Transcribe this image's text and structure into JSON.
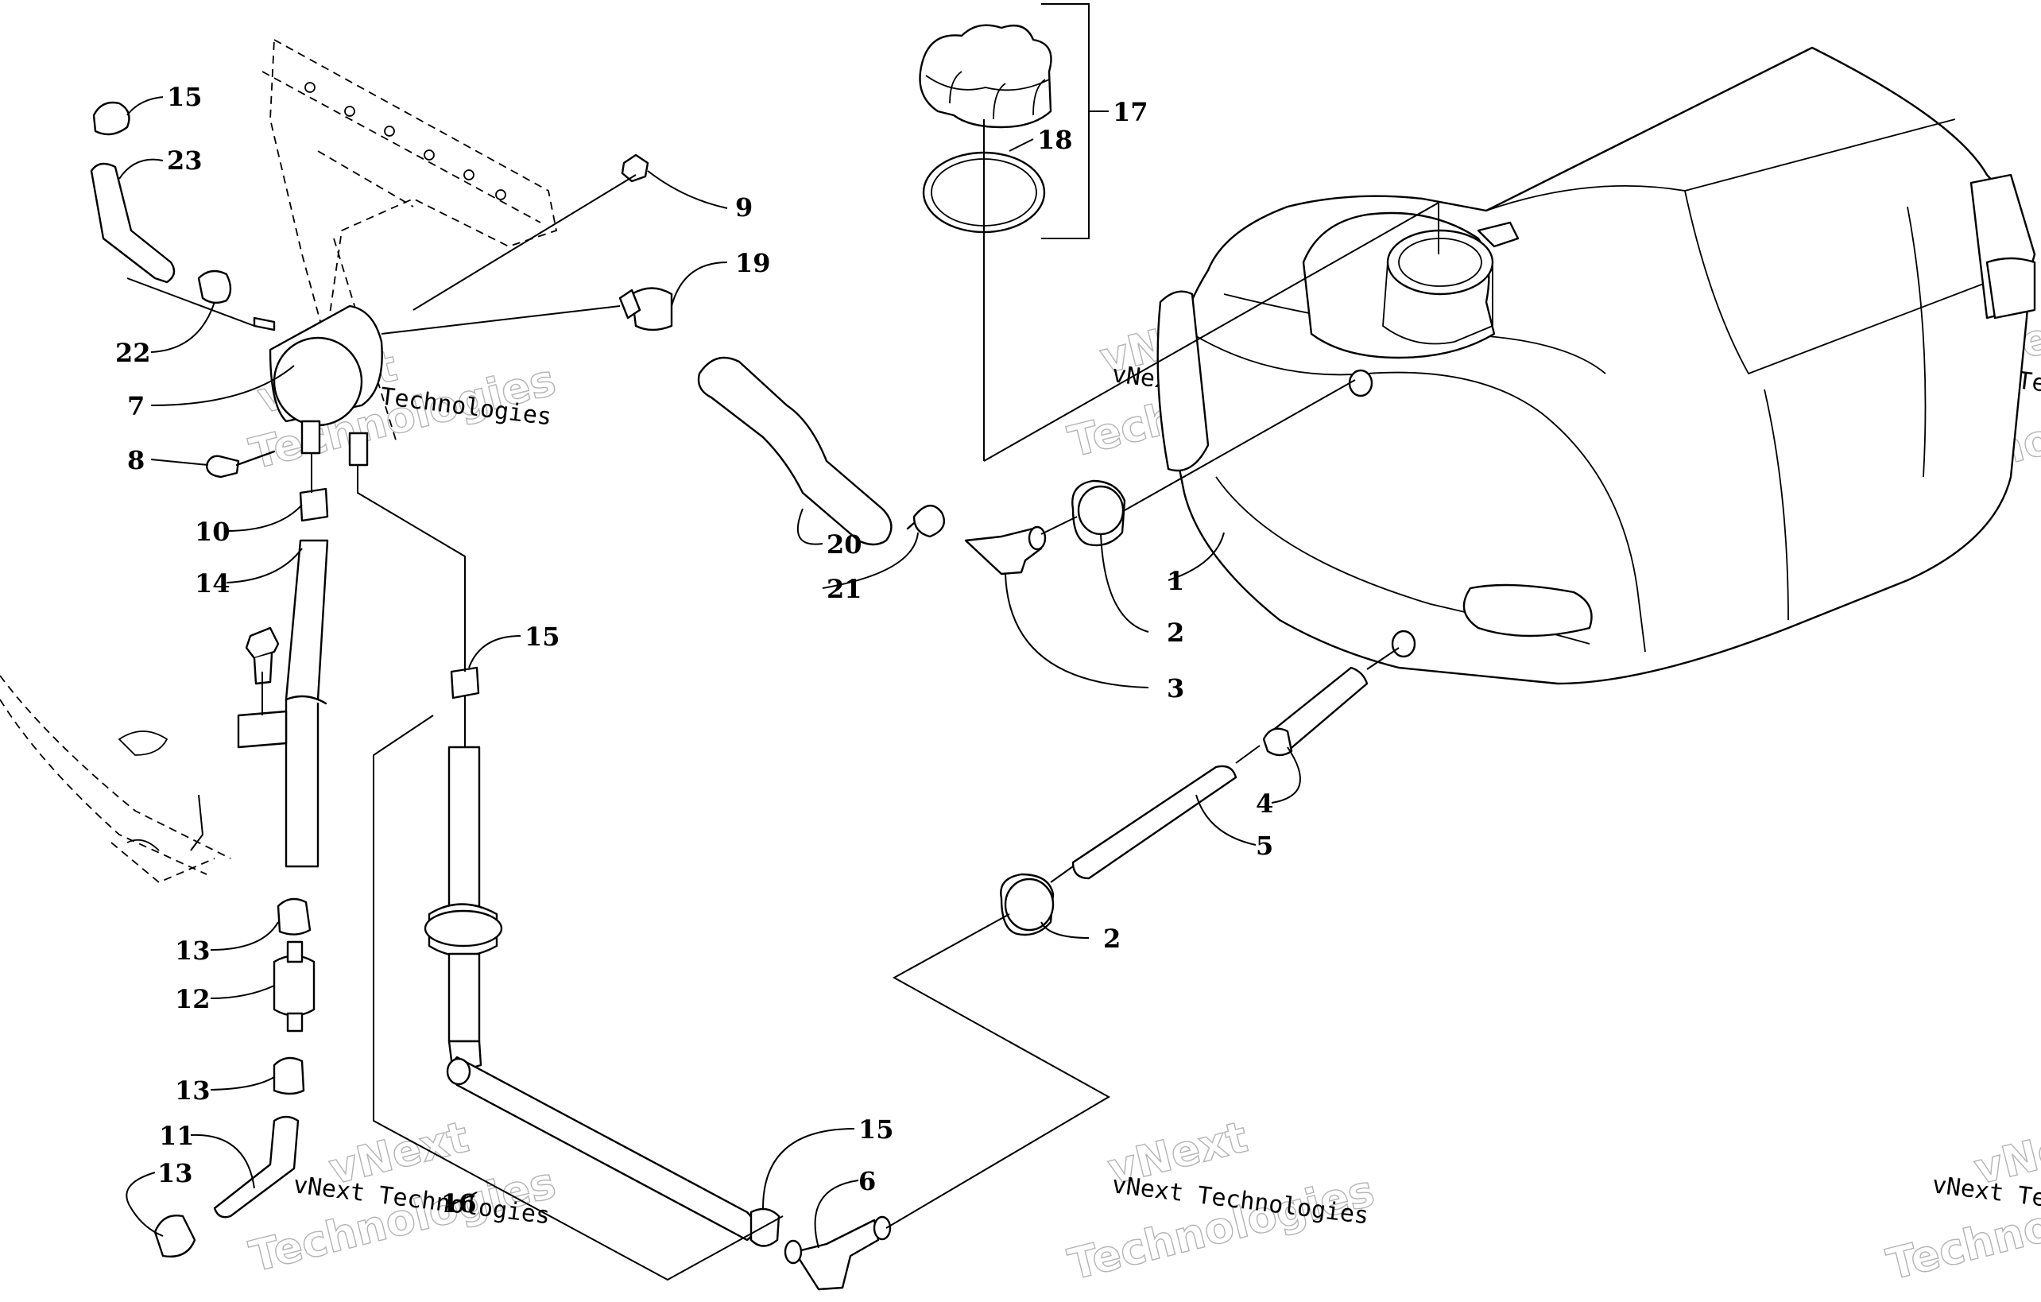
{
  "watermark": {
    "company": "vNext Technologies",
    "word1": "vNext",
    "word2": "Technologies"
  },
  "callouts": [
    {
      "id": "c1",
      "label": "1"
    },
    {
      "id": "c2a",
      "label": "2"
    },
    {
      "id": "c2b",
      "label": "2"
    },
    {
      "id": "c3",
      "label": "3"
    },
    {
      "id": "c4",
      "label": "4"
    },
    {
      "id": "c5",
      "label": "5"
    },
    {
      "id": "c6",
      "label": "6"
    },
    {
      "id": "c7",
      "label": "7"
    },
    {
      "id": "c8",
      "label": "8"
    },
    {
      "id": "c9",
      "label": "9"
    },
    {
      "id": "c10",
      "label": "10"
    },
    {
      "id": "c11",
      "label": "11"
    },
    {
      "id": "c12",
      "label": "12"
    },
    {
      "id": "c13a",
      "label": "13"
    },
    {
      "id": "c13b",
      "label": "13"
    },
    {
      "id": "c13c",
      "label": "13"
    },
    {
      "id": "c14",
      "label": "14"
    },
    {
      "id": "c15a",
      "label": "15"
    },
    {
      "id": "c15b",
      "label": "15"
    },
    {
      "id": "c15c",
      "label": "15"
    },
    {
      "id": "c16",
      "label": "16"
    },
    {
      "id": "c17",
      "label": "17"
    },
    {
      "id": "c18",
      "label": "18"
    },
    {
      "id": "c19",
      "label": "19"
    },
    {
      "id": "c20",
      "label": "20"
    },
    {
      "id": "c21",
      "label": "21"
    },
    {
      "id": "c22",
      "label": "22"
    },
    {
      "id": "c23",
      "label": "23"
    }
  ]
}
